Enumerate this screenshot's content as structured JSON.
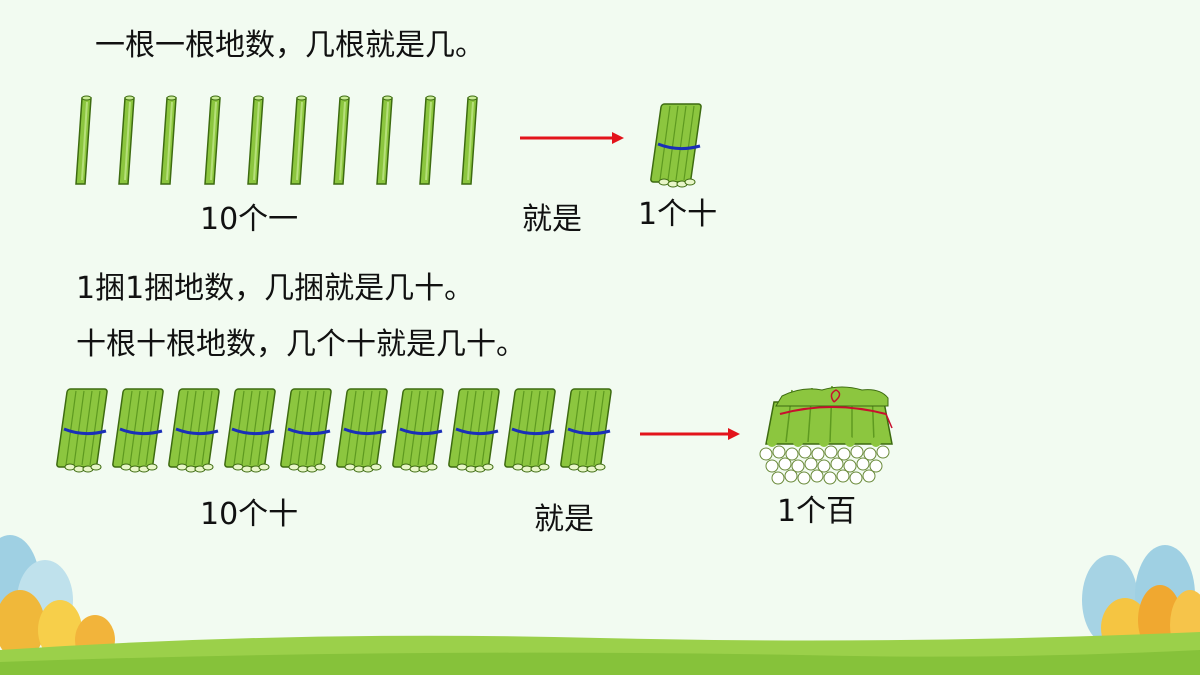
{
  "lines": {
    "line1": "一根一根地数，几根就是几。",
    "line2": "1捆1捆地数，几捆就是几十。",
    "line3": "十根十根地数，几个十就是几十。"
  },
  "labels": {
    "ten_ones": "10个一",
    "is_1": "就是",
    "one_ten": "1个十",
    "ten_tens": "10个十",
    "is_2": "就是",
    "one_hundred": "1个百"
  },
  "colors": {
    "stick": "#8cc63f",
    "band": "#1a2fb8",
    "arrow": "#e3131b"
  },
  "counts": {
    "single_sticks": 10,
    "bundles": 10
  }
}
